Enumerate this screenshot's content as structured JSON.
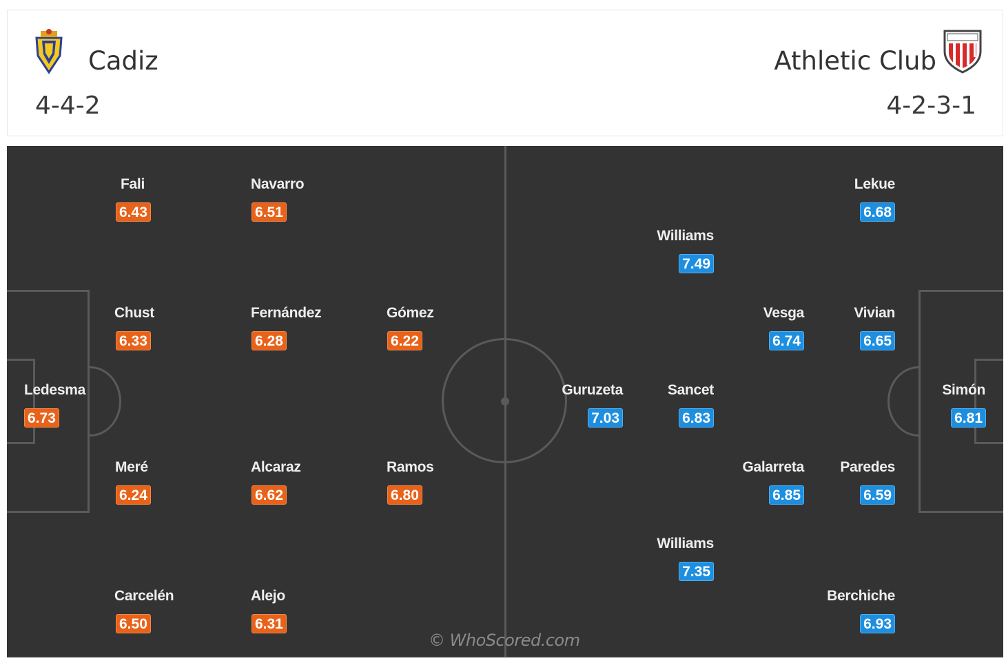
{
  "home": {
    "name": "Cadiz",
    "formation": "4-4-2",
    "crest_icon": "cadiz-crest-icon",
    "accent": "#e9621a",
    "players": [
      {
        "name": "Fali",
        "rating": "6.43"
      },
      {
        "name": "Navarro",
        "rating": "6.51"
      },
      {
        "name": "Chust",
        "rating": "6.33"
      },
      {
        "name": "Fernández",
        "rating": "6.28"
      },
      {
        "name": "Gómez",
        "rating": "6.22"
      },
      {
        "name": "Ledesma",
        "rating": "6.73"
      },
      {
        "name": "Meré",
        "rating": "6.24"
      },
      {
        "name": "Alcaraz",
        "rating": "6.62"
      },
      {
        "name": "Ramos",
        "rating": "6.80"
      },
      {
        "name": "Carcelén",
        "rating": "6.50"
      },
      {
        "name": "Alejo",
        "rating": "6.31"
      }
    ]
  },
  "away": {
    "name": "Athletic Club",
    "formation": "4-2-3-1",
    "crest_icon": "athletic-club-crest-icon",
    "accent": "#1e8fe0",
    "players": [
      {
        "name": "Lekue",
        "rating": "6.68"
      },
      {
        "name": "Williams",
        "rating": "7.49"
      },
      {
        "name": "Vesga",
        "rating": "6.74"
      },
      {
        "name": "Vivian",
        "rating": "6.65"
      },
      {
        "name": "Guruzeta",
        "rating": "7.03"
      },
      {
        "name": "Sancet",
        "rating": "6.83"
      },
      {
        "name": "Simón",
        "rating": "6.81"
      },
      {
        "name": "Galarreta",
        "rating": "6.85"
      },
      {
        "name": "Paredes",
        "rating": "6.59"
      },
      {
        "name": "Williams",
        "rating": "7.35"
      },
      {
        "name": "Berchiche",
        "rating": "6.93"
      }
    ]
  },
  "watermark": "© WhoScored.com",
  "pitch_color": "#333333"
}
